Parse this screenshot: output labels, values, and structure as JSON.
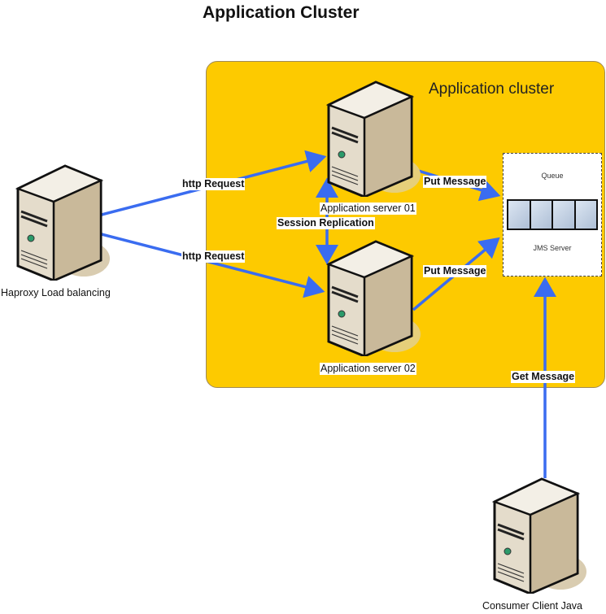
{
  "title": "Application Cluster",
  "cluster": {
    "label": "Application cluster",
    "fill_color": "#fdca00"
  },
  "queue": {
    "label": "Queue",
    "server_label": "JMS Server",
    "slots": 4
  },
  "nodes": {
    "load_balancer": {
      "caption": "Haproxy Load balancing"
    },
    "app_server_01": {
      "caption": "Application server 01"
    },
    "app_server_02": {
      "caption": "Application server 02"
    },
    "consumer": {
      "caption": "Consumer Client Java"
    }
  },
  "edges": {
    "http_request_1": "http Request",
    "http_request_2": "http Request",
    "session_replication": "Session Replication",
    "put_message_1": "Put Message",
    "put_message_2": "Put Message",
    "get_message": "Get Message"
  },
  "colors": {
    "arrow": "#3a6cf0"
  }
}
